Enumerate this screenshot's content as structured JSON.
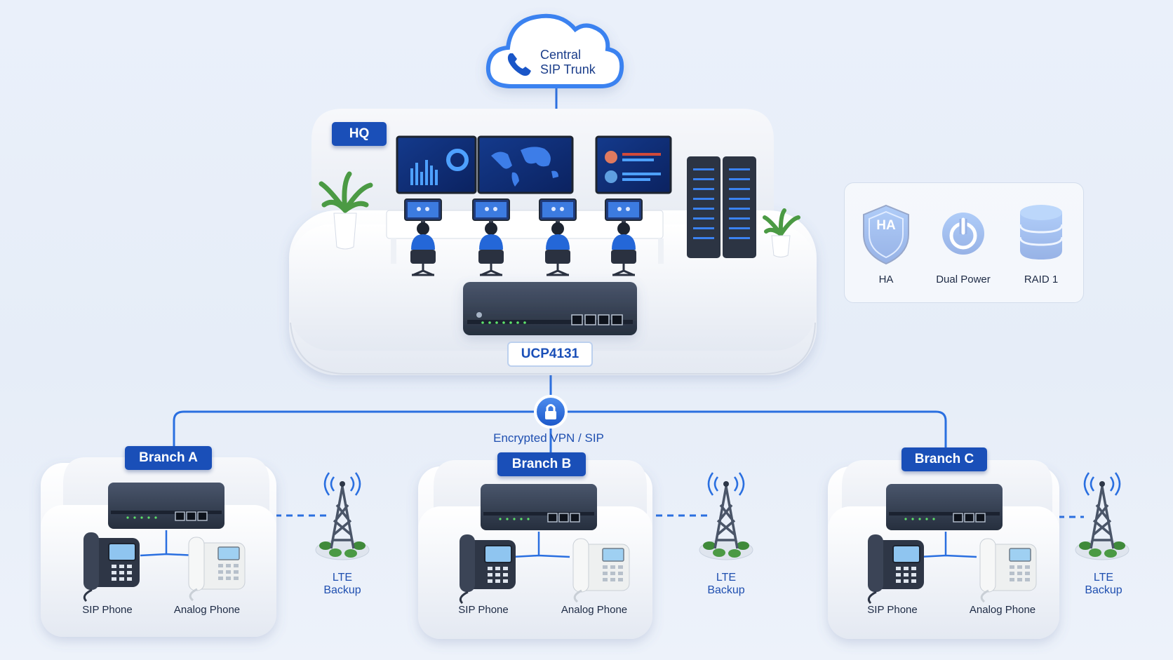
{
  "cloud": {
    "line1": "Central",
    "line2": "SIP Trunk"
  },
  "hq": {
    "tag": "HQ",
    "model": "UCP4131"
  },
  "vpn": {
    "label": "Encrypted VPN / SIP"
  },
  "features": [
    {
      "label": "HA",
      "icon": "shield-icon",
      "badge": "HA"
    },
    {
      "label": "Dual Power",
      "icon": "power-icon"
    },
    {
      "label": "RAID 1",
      "icon": "database-icon"
    }
  ],
  "branches": [
    {
      "tag": "Branch A",
      "sip_phone": "SIP Phone",
      "analog_phone": "Analog Phone",
      "lte_line1": "LTE",
      "lte_line2": "Backup"
    },
    {
      "tag": "Branch B",
      "sip_phone": "SIP Phone",
      "analog_phone": "Analog Phone",
      "lte_line1": "LTE",
      "lte_line2": "Backup"
    },
    {
      "tag": "Branch C",
      "sip_phone": "SIP Phone",
      "analog_phone": "Analog Phone",
      "lte_line1": "LTE",
      "lte_line2": "Backup"
    }
  ],
  "colors": {
    "accent": "#1a4fb8",
    "line": "#2a6fe0",
    "device": "#2f3b4f"
  }
}
